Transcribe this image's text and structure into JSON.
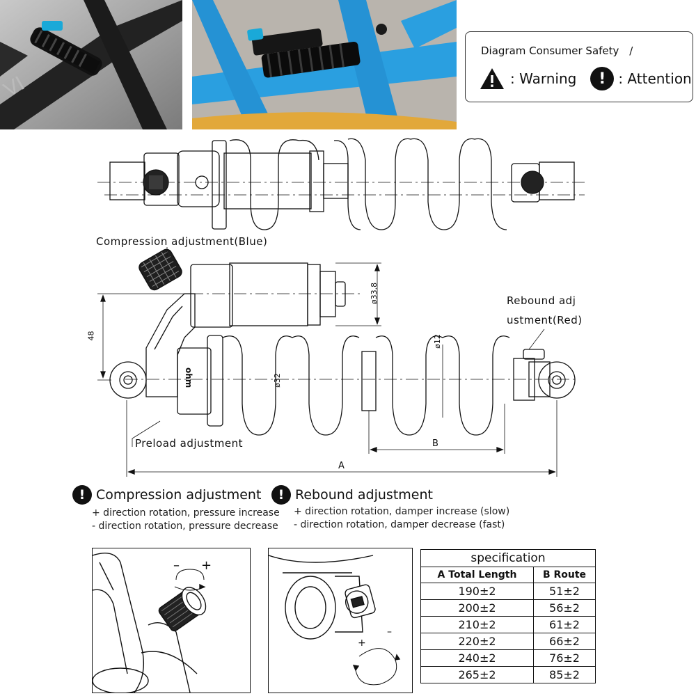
{
  "safety": {
    "title": "Diagram Consumer Safety",
    "slash": "/",
    "warning_label": ": Warning",
    "attention_label": ": Attention"
  },
  "diagram": {
    "compression_label": "Compression adjustment(Blue)",
    "rebound_label_1": "Rebound adj",
    "rebound_label_2": "ustment(Red)",
    "preload_label": "Preload adjustment",
    "dim_a": "A",
    "dim_b": "B",
    "dim_48": "48",
    "dim_338": "ø33.8",
    "dim_32": "ø32",
    "dim_12": "ø12"
  },
  "notes": {
    "compression": {
      "title": "Compression adjustment",
      "line1": "+ direction rotation, pressure increase",
      "line2": "- direction rotation, pressure decrease"
    },
    "rebound": {
      "title": "Rebound adjustment",
      "line1": "+ direction rotation, damper increase (slow)",
      "line2": "- direction rotation, damper decrease (fast)"
    }
  },
  "detail": {
    "minus": "–",
    "plus": "+",
    "plus2": "+",
    "minus2": "–"
  },
  "spec": {
    "title": "specification",
    "col_a": "A Total Length",
    "col_b": "B Route",
    "rows": [
      [
        "190±2",
        "51±2"
      ],
      [
        "200±2",
        "56±2"
      ],
      [
        "210±2",
        "61±2"
      ],
      [
        "220±2",
        "66±2"
      ],
      [
        "240±2",
        "76±2"
      ],
      [
        "265±2",
        "85±2"
      ]
    ]
  },
  "colors": {
    "frame_blue": "#2a9fe0",
    "frame_dark": "#2b2b2b",
    "knob_blue": "#1aa9d8"
  }
}
